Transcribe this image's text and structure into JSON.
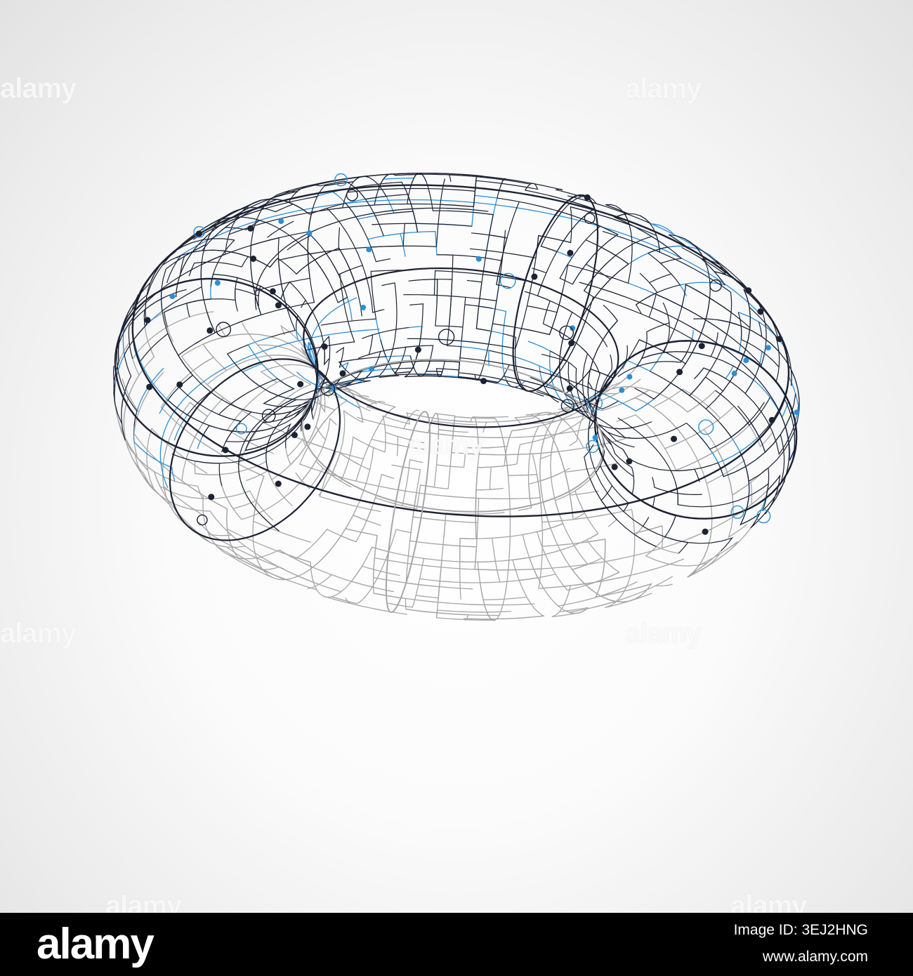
{
  "image": {
    "subject": "torus-wireframe-circuit",
    "colors": {
      "dark_line": "#1d2233",
      "blue_line": "#2a8fd6",
      "grey_line": "#a6a6a6",
      "node_dark": "#1d2233",
      "node_blue": "#2a8fd6"
    }
  },
  "watermark": {
    "text": "alamy"
  },
  "footer": {
    "logo": "alamy",
    "image_id_label": "Image ID: 3EJ2HNG",
    "site": "www.alamy.com"
  }
}
